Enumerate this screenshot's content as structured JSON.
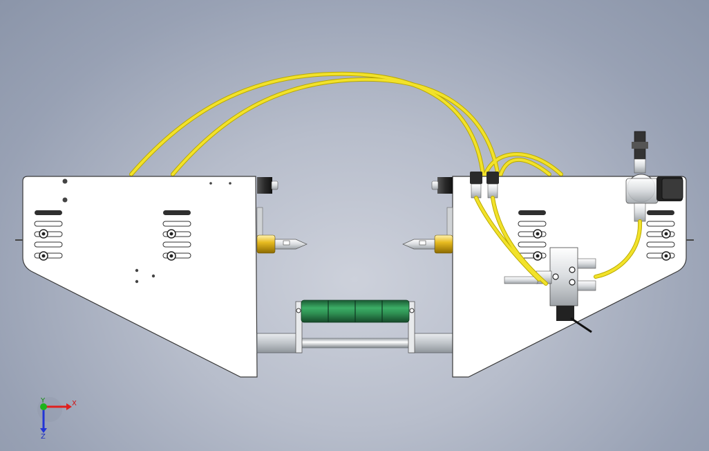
{
  "viewport": {
    "background_top": "#8b95a9",
    "background_center": "#cdd1db"
  },
  "colors": {
    "plate_fill": "#ffffff",
    "plate_edge": "#3a3a3a",
    "hose": "#f2e22a",
    "hose_dark": "#b9a900",
    "brass": "#e0b21c",
    "roller": "#2e8f52",
    "slot": "#2f2f2f",
    "axis_x": "#e0201e",
    "axis_y": "#1db31a",
    "axis_z": "#2234d6"
  },
  "triad": {
    "x_label": "X",
    "y_label": "Y",
    "z_label": "Z"
  },
  "icons": {
    "triad": "coordinate-triad-icon"
  }
}
